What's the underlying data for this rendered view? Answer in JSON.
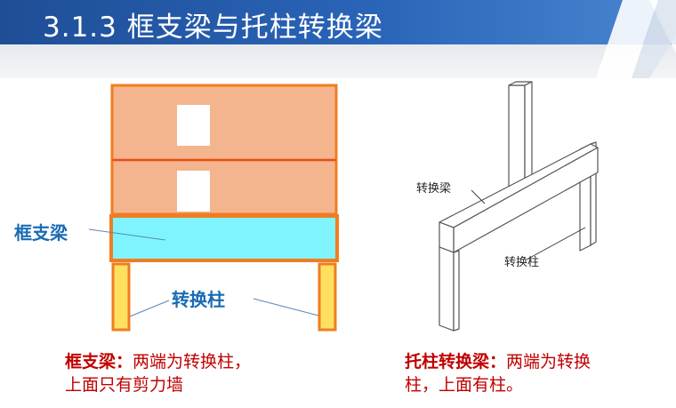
{
  "title": "3.1.3 框支梁与托柱转换梁",
  "left_diagram": {
    "beam_label": "框支梁",
    "column_label": "转换柱"
  },
  "right_diagram": {
    "beam_label": "转换梁",
    "column_label": "转换柱"
  },
  "captions": {
    "left_term": "框支梁：",
    "left_desc_1": "两端为转换柱，",
    "left_desc_2": "上面只有剪力墙",
    "right_term": "托柱转换梁：",
    "right_desc_1": "两端为转换",
    "right_desc_2": "柱，上面有柱。"
  },
  "colors": {
    "title_bar": "#2a64b8",
    "wall_fill": "#f4b58e",
    "frame_orange": "#f07d22",
    "beam_cyan": "#7ff4ff",
    "column_yellow": "#ffe060",
    "label_blue": "#1a6bb4",
    "caption_red": "#c00000"
  }
}
